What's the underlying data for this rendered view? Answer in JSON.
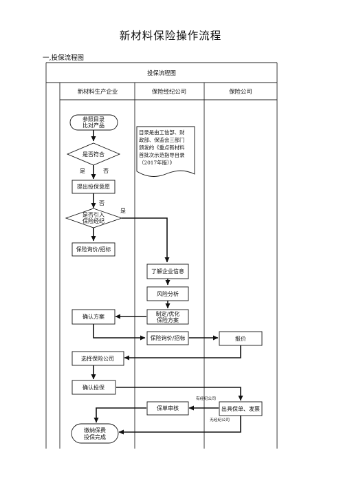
{
  "page": {
    "title": "新材料保险操作流程",
    "section": "一,投保流程图"
  },
  "table": {
    "title": "投保流程图",
    "lanes": [
      "新材料生产企业",
      "保险经纪公司",
      "保险公司"
    ]
  },
  "nodes": {
    "start": [
      "参照目录",
      "比对产品"
    ],
    "check_match": "是否符合",
    "yes1": "是",
    "no1": "否",
    "submit_intent": "提出投保意愿",
    "no2": "否",
    "yes2": "是",
    "broker_decision": [
      "是否引入",
      "保险经纪"
    ],
    "inquiry_bid_enterprise": "保险询价/招标",
    "note": [
      "目录是由工信部、财",
      "政部、保监会三部门",
      "颁发的《重点新材料",
      "首批次示范指导目录",
      "（2017年版）》"
    ],
    "understand_info": "了解企业信息",
    "risk_analysis": "风险分析",
    "make_plan": [
      "制定/优化",
      "保险方案"
    ],
    "confirm_plan": "确认方案",
    "inquiry_bid_broker": "保险询价/招标",
    "quote": "报价",
    "choose_company": "选择保险公司",
    "confirm_insure": "确认投保",
    "issue_policy": "出具保单、发票",
    "policy_review": "保单审核",
    "with_broker": "有经纪公司",
    "without_broker": "无经纪公司",
    "pay_end": [
      "缴纳保费",
      "投保完成"
    ]
  }
}
